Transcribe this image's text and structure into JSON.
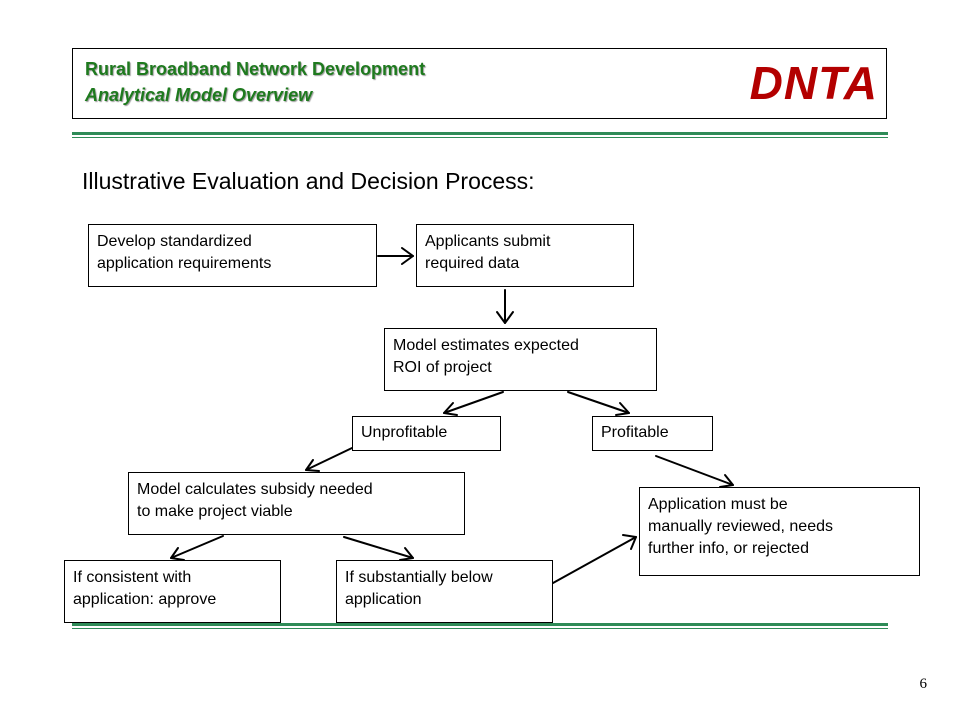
{
  "header": {
    "title": "Rural Broadband Network Development",
    "subtitle": "Analytical Model Overview",
    "logo_text": "DNTA",
    "accent_color": "#1e7a1e",
    "logo_color": "#b30000",
    "rule_color": "#2e8b57"
  },
  "section_title": "Illustrative Evaluation and Decision Process:",
  "flow": {
    "develop": "Develop standardized\napplication requirements",
    "submit": "Applicants submit\nrequired data",
    "estimate": "Model estimates expected\nROI of project",
    "unprofitable": "Unprofitable",
    "profitable": "Profitable",
    "subsidy": "Model calculates subsidy needed\nto make project viable",
    "approve": "If consistent with\napplication: approve",
    "below": "If substantially below\napplication",
    "review": "Application must be\nmanually reviewed, needs\nfurther info, or rejected"
  },
  "page_number": "6"
}
